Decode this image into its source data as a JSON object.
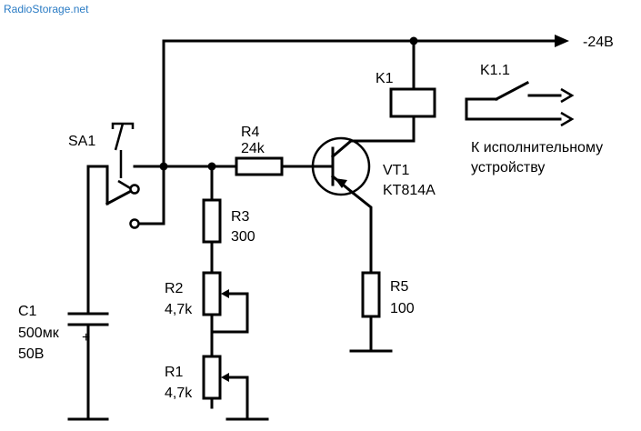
{
  "watermark": "RadioStorage.net",
  "supply_label": "-24B",
  "relay": {
    "ref": "K1",
    "contact_ref": "K1.1"
  },
  "load_note": {
    "line1": "К исполнительному",
    "line2": "устройству"
  },
  "switch": {
    "ref": "SA1"
  },
  "capacitor": {
    "ref": "C1",
    "value": "500мк",
    "voltage": "50B",
    "polarity": "+"
  },
  "r4": {
    "ref": "R4",
    "value": "24k"
  },
  "r3": {
    "ref": "R3",
    "value": "300"
  },
  "r2": {
    "ref": "R2",
    "value": "4,7k"
  },
  "r1": {
    "ref": "R1",
    "value": "4,7k"
  },
  "r5": {
    "ref": "R5",
    "value": "100"
  },
  "transistor": {
    "ref": "VT1",
    "type": "KT814A"
  },
  "colors": {
    "ink": "#000000",
    "watermark": "#2a7bc4",
    "background": "#ffffff"
  }
}
